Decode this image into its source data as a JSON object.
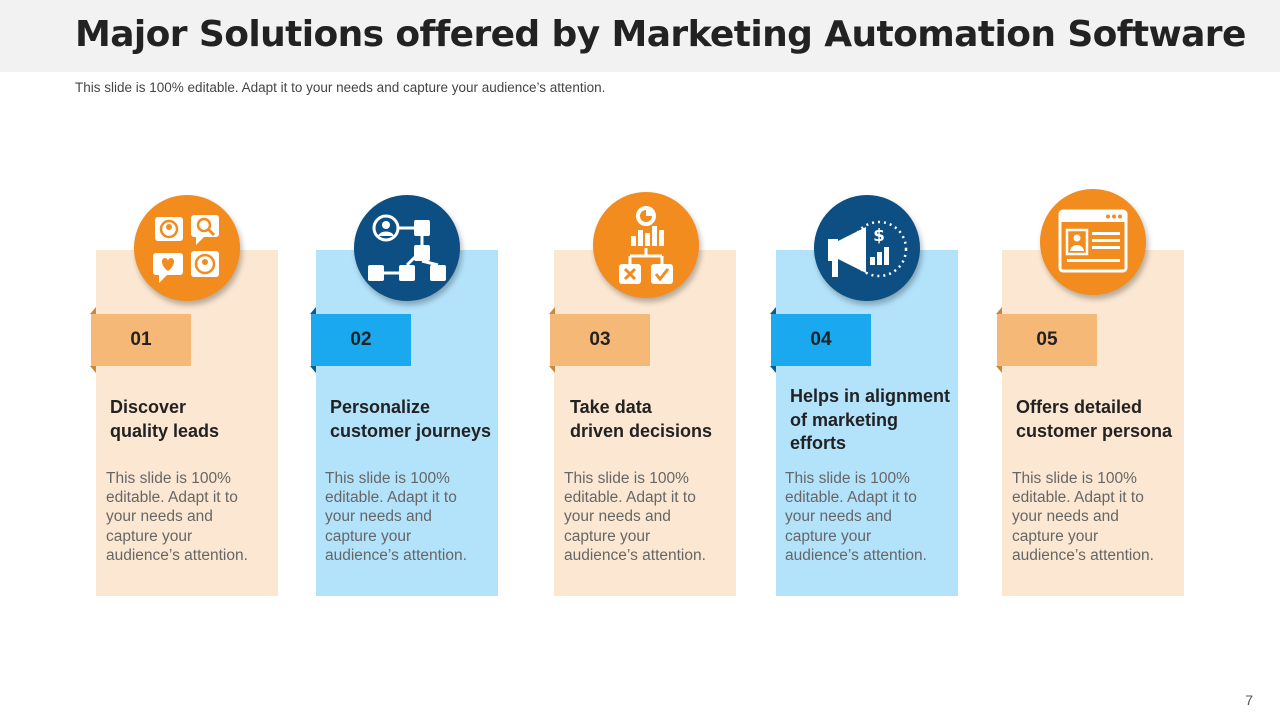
{
  "slide": {
    "title": "Major Solutions offered by Marketing Automation Software",
    "subtitle": "This slide is 100% editable. Adapt it to your needs and capture your audience’s attention.",
    "page_number": "7"
  },
  "colors": {
    "orange": "#f28c1e",
    "navy": "#0d4f82",
    "peach_panel": "#fce8d2",
    "blue_panel": "#b3e3fb",
    "orange_tab": "#f6b877",
    "blue_tab": "#1aa8ef"
  },
  "items": [
    {
      "number": "01",
      "heading_line1": "Discover",
      "heading_line2": "quality leads",
      "heading_line3": "",
      "icon": "leads-chat-icon",
      "body": "This slide is 100% editable. Adapt it to your needs and capture your audience’s attention."
    },
    {
      "number": "02",
      "heading_line1": "Personalize",
      "heading_line2": "customer journeys",
      "heading_line3": "",
      "icon": "customer-journey-icon",
      "body": "This slide is 100% editable. Adapt it to your needs and capture your audience’s attention."
    },
    {
      "number": "03",
      "heading_line1": "Take data",
      "heading_line2": "driven decisions",
      "heading_line3": "",
      "icon": "data-decision-icon",
      "body": "This slide is 100% editable. Adapt it to your needs and capture your audience’s attention."
    },
    {
      "number": "04",
      "heading_line1": "Helps in alignment",
      "heading_line2": "of marketing",
      "heading_line3": "efforts",
      "icon": "marketing-megaphone-icon",
      "body": "This slide is 100% editable. Adapt it to your needs and capture your audience’s attention."
    },
    {
      "number": "05",
      "heading_line1": "Offers detailed",
      "heading_line2": "customer persona",
      "heading_line3": "",
      "icon": "persona-profile-icon",
      "body": "This slide is 100% editable. Adapt it to your needs and capture your audience’s attention."
    }
  ]
}
